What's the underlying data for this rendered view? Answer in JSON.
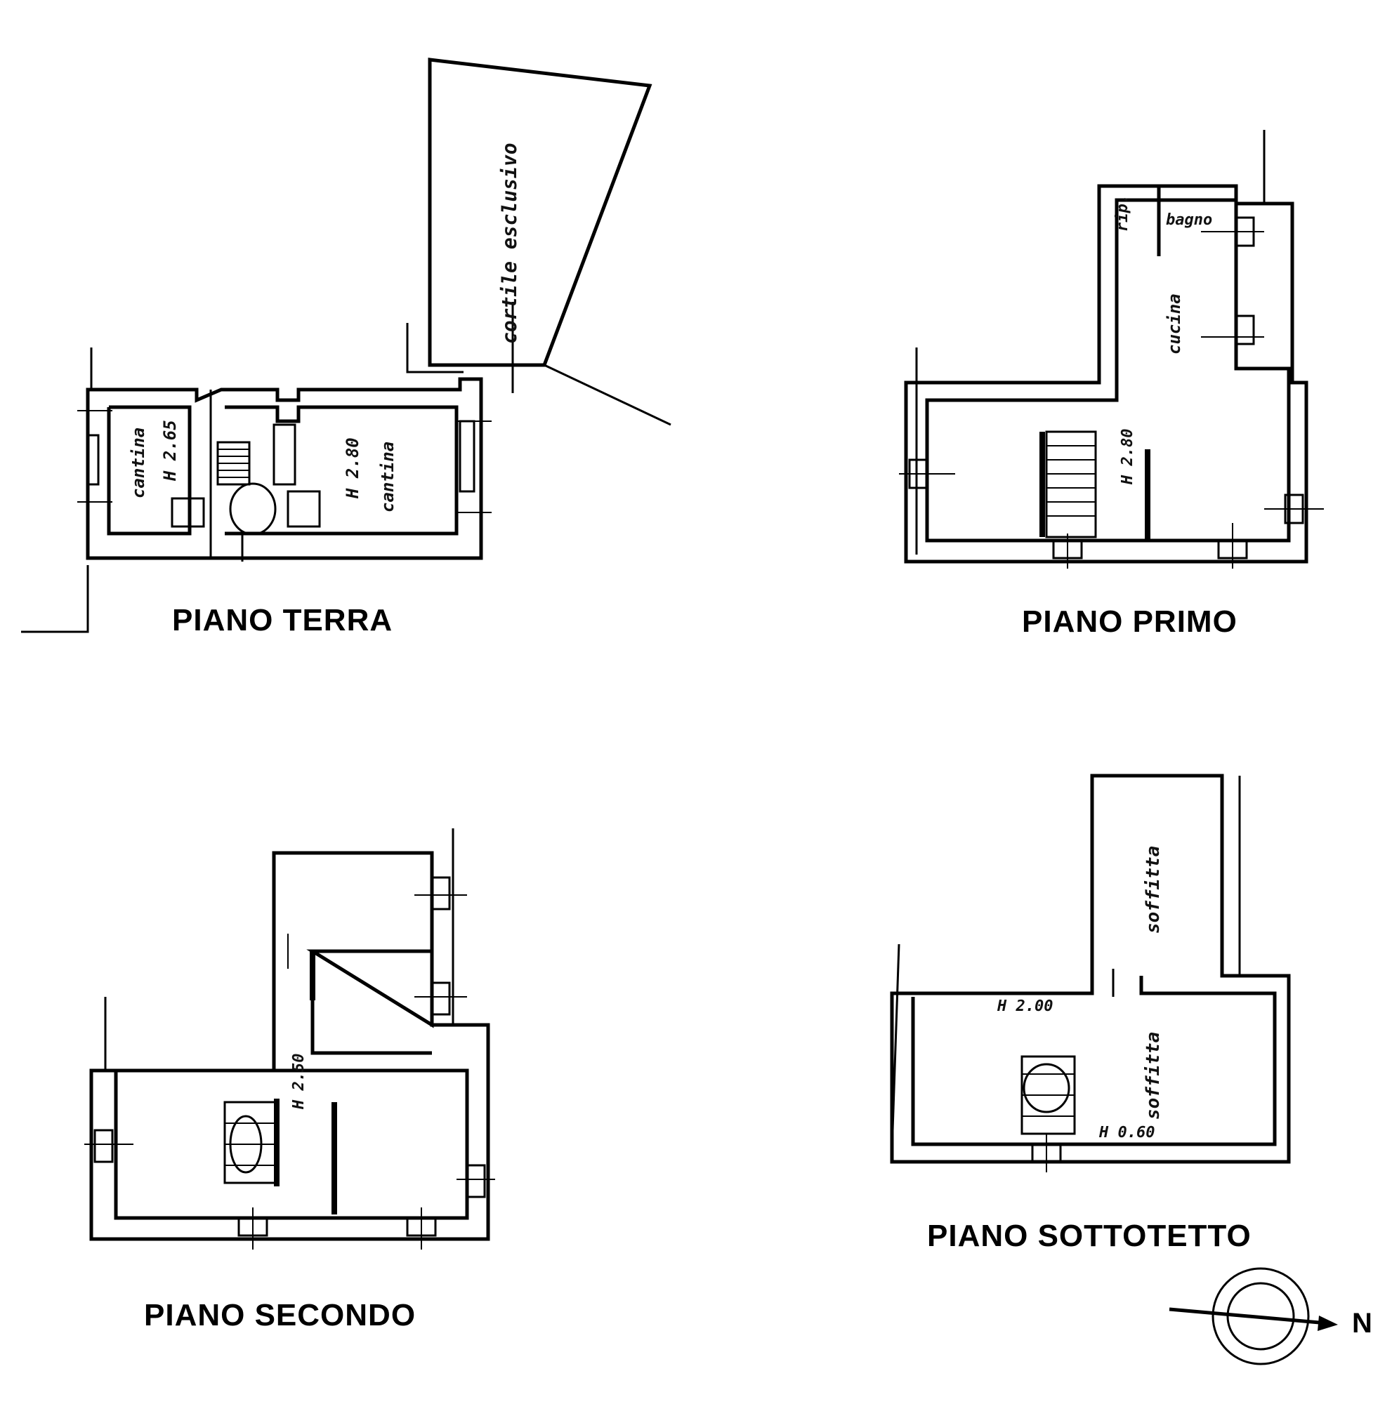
{
  "floors": {
    "terra": {
      "title": "PIANO TERRA",
      "label_courtyard": "cortile esclusivo",
      "label_room_left": "cantina",
      "label_height_left": "H 2.65",
      "label_room_right": "cantina",
      "label_height_right": "H 2.80"
    },
    "primo": {
      "title": "PIANO PRIMO",
      "label_rip": "rip.",
      "label_bagno": "bagno",
      "label_cucina": "cucina",
      "label_height": "H 2.80"
    },
    "secondo": {
      "title": "PIANO SECONDO",
      "label_height": "H 2.50"
    },
    "sottotetto": {
      "title": "PIANO SOTTOTETTO",
      "label_soffitta_top": "soffitta",
      "label_soffitta_bottom": "soffitta",
      "label_height_max": "H 2.00",
      "label_height_min": "H 0.60"
    }
  },
  "compass": {
    "label": "N"
  },
  "colors": {
    "ink": "#000000",
    "paper": "#ffffff"
  }
}
